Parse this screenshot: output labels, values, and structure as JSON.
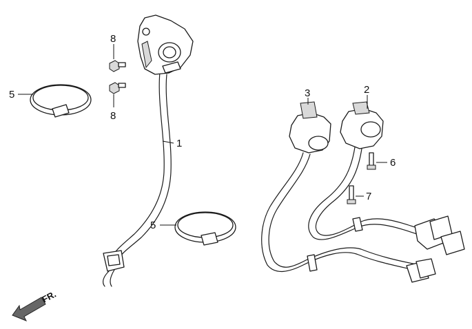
{
  "callouts": {
    "c1": "1",
    "c2": "2",
    "c3": "3",
    "c5a": "5",
    "c5b": "5",
    "c6": "6",
    "c7": "7",
    "c8a": "8",
    "c8b": "8"
  },
  "direction_label": "FR."
}
